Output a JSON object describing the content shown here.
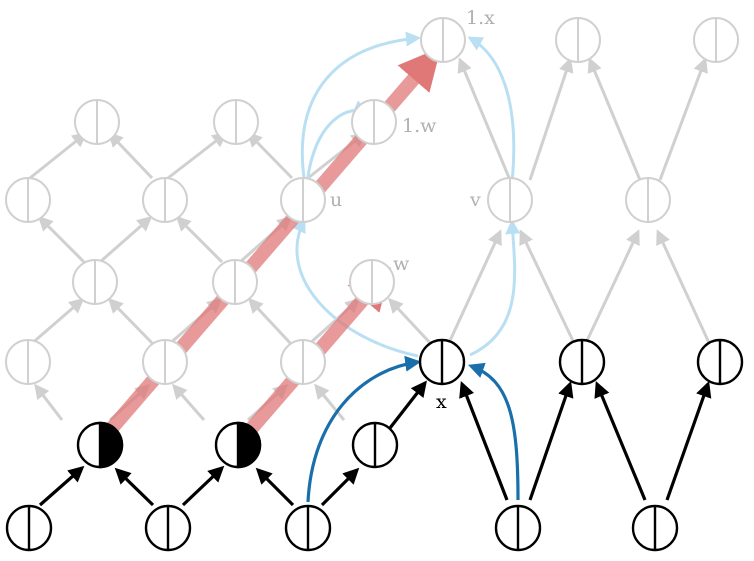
{
  "colors": {
    "faded": "#d0d0d0",
    "faded_text": "#b0b0b0",
    "black": "#000000",
    "light_blue": "#b9e0f2",
    "dark_blue": "#1a6fab",
    "red_arrow": "#e07878"
  },
  "labels": {
    "x_top": "1.x",
    "w_top": "1.w",
    "u": "u",
    "v": "v",
    "w": "w",
    "x": "x"
  }
}
